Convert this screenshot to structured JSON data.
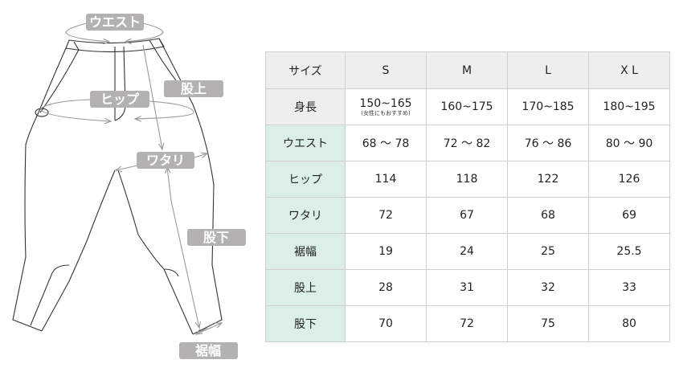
{
  "diagram": {
    "labels": {
      "waist": "ウエスト",
      "hip": "ヒップ",
      "rise": "股上",
      "thigh": "ワタリ",
      "inseam": "股下",
      "hem": "裾幅"
    }
  },
  "table": {
    "header": {
      "label": "サイズ",
      "sizes": [
        "S",
        "M",
        "L",
        "X L"
      ]
    },
    "height_row": {
      "label": "身長",
      "values": [
        "150~165",
        "160~175",
        "170~185",
        "180~195"
      ],
      "note_s": "(女性にもおすすめ)"
    },
    "rows": [
      {
        "label": "ウエスト",
        "values": [
          "68 〜 78",
          "72 〜 82",
          "76 〜 86",
          "80 〜 90"
        ]
      },
      {
        "label": "ヒップ",
        "values": [
          "114",
          "118",
          "122",
          "126"
        ]
      },
      {
        "label": "ワタリ",
        "values": [
          "72",
          "67",
          "68",
          "69"
        ]
      },
      {
        "label": "裾幅",
        "values": [
          "19",
          "24",
          "25",
          "25.5"
        ]
      },
      {
        "label": "股上",
        "values": [
          "28",
          "31",
          "32",
          "33"
        ]
      },
      {
        "label": "股下",
        "values": [
          "70",
          "72",
          "75",
          "80"
        ]
      }
    ]
  },
  "colors": {
    "header_bg": "#efeeee",
    "label_bg": "#dcefe6",
    "tag_bg": "#b3b1b2",
    "border": "#cfcfcf"
  }
}
